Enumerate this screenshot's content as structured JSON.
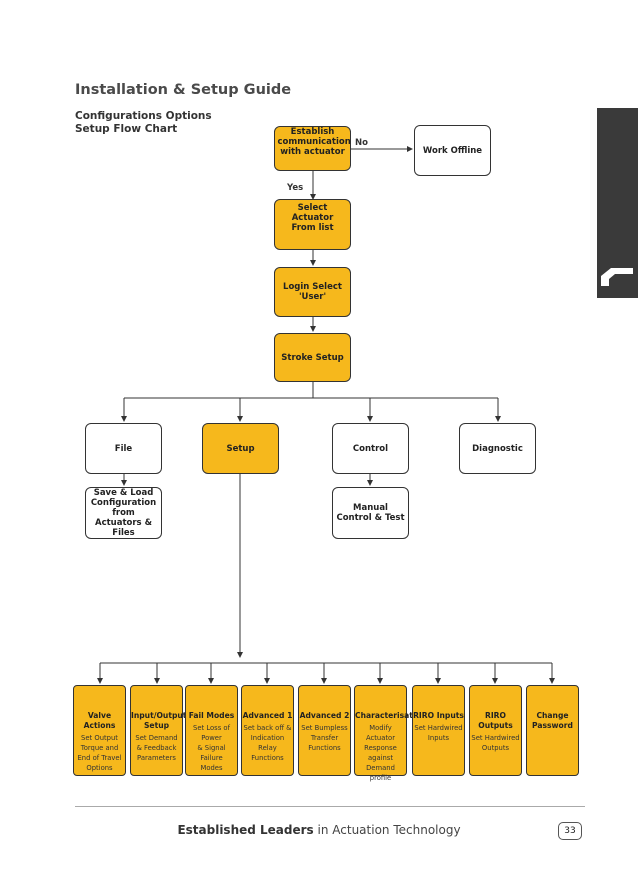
{
  "header": {
    "title": "Installation & Setup Guide",
    "subtitle_line1": "Configurations Options",
    "subtitle_line2": "Setup Flow Chart"
  },
  "flow": {
    "establish": "Establish communication with actuator",
    "work_offline": "Work Offline",
    "no_label": "No",
    "yes_label": "Yes",
    "select_actuator": "Select Actuator From list",
    "login": "Login Select 'User'",
    "stroke_setup": "Stroke Setup",
    "file": "File",
    "setup": "Setup",
    "control": "Control",
    "diagnostic": "Diagnostic",
    "save_load": "Save & Load Configuration from Actuators & Files",
    "manual_control": "Manual Control & Test"
  },
  "categories": [
    {
      "title": "Valve Actions",
      "desc": "Set Output\nTorque and\nEnd of Travel\nOptions"
    },
    {
      "title": "Input/Output\nSetup",
      "desc": "Set Demand\n& Feedback\nParameters"
    },
    {
      "title": "Fail Modes",
      "desc": "Set Loss of\nPower\n& Signal Failure\nModes"
    },
    {
      "title": "Advanced 1",
      "desc": "Set back off &\nIndication Relay\nFunctions"
    },
    {
      "title": "Advanced 2",
      "desc": "Set Bumpless\nTransfer\nFunctions"
    },
    {
      "title": "Characterisation",
      "desc": "Modify Actuator\nResponse against\nDemand profile"
    },
    {
      "title": "RIRO Inputs",
      "desc": "Set Hardwired\nInputs"
    },
    {
      "title": "RIRO Outputs",
      "desc": "Set Hardwired\nOutputs"
    },
    {
      "title": "Change\nPassword",
      "desc": ""
    }
  ],
  "colors": {
    "accent": "#f6b81c",
    "tab": "#3a3a3a"
  },
  "footer": {
    "brand": "Established Leaders",
    "rest": " in Actuation Technology",
    "page": "33"
  }
}
